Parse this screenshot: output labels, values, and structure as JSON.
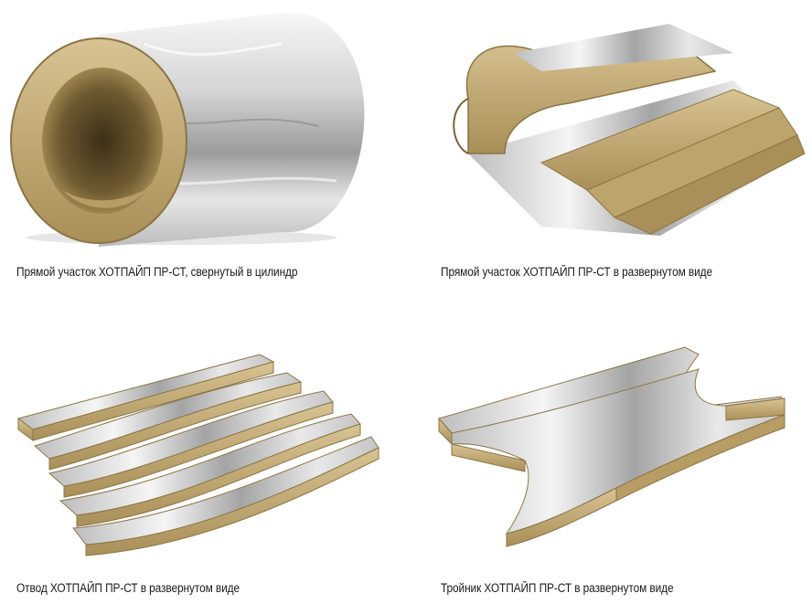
{
  "items": [
    {
      "caption": "Прямой участок ХОТПАЙП ПР-СТ, свернутый в цилиндр"
    },
    {
      "caption": "Прямой участок ХОТПАЙП ПР-СТ в развернутом виде"
    },
    {
      "caption": "Отвод ХОТПАЙП ПР-СТ в развернутом виде"
    },
    {
      "caption": "Тройник ХОТПАЙП ПР-СТ в развернутом виде"
    }
  ],
  "colors": {
    "wool": "#c7b07a",
    "wool_dark": "#8c7544",
    "foil_light": "#f2f2f2",
    "foil_mid": "#c9c9c9",
    "foil_dark": "#8a8a8a"
  }
}
